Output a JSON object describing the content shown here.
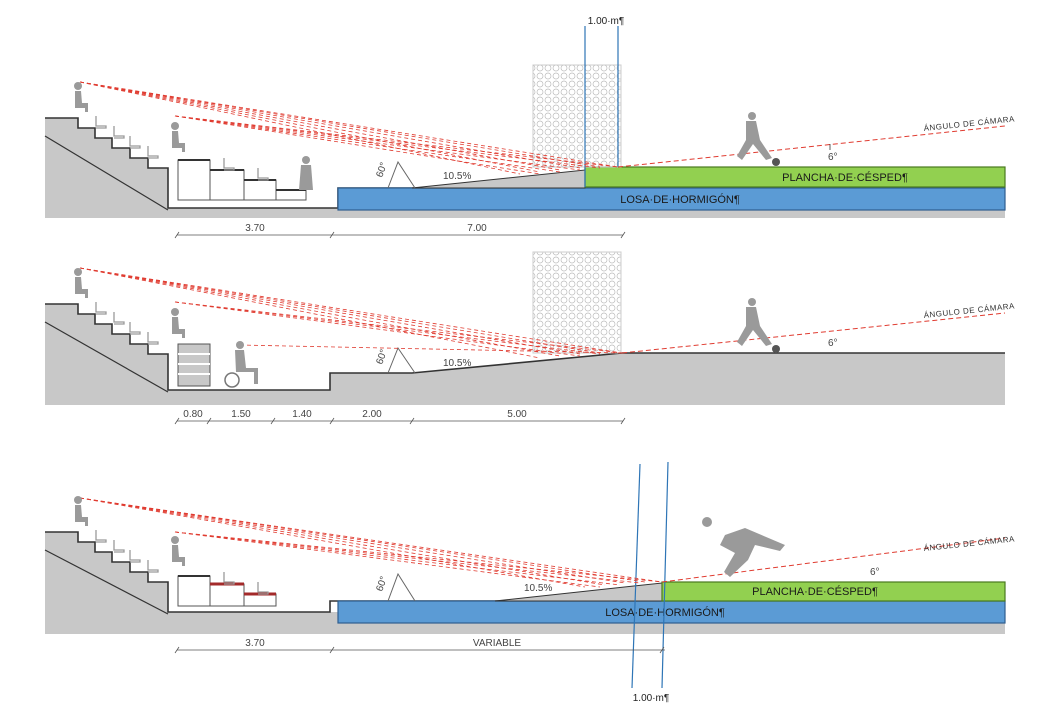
{
  "colors": {
    "ground": "#c8c8c8",
    "concrete_slab": "#5b9bd5",
    "turf": "#92d050",
    "sightline": "#e03c31",
    "seat_red": "#a32a2a",
    "person": "#9a9a9a"
  },
  "sections": [
    {
      "id": "section-1",
      "concrete_label": "LOSA·DE·HORMIGÓN¶",
      "turf_label": "PLANCHA·DE·CÉSPED¶",
      "camera_label": "ÁNGULO DE CÁMARA",
      "camera_angle": "6°",
      "ramp_angle": "60°",
      "slope": "10.5%",
      "top_marker": "1.00·m¶",
      "dims": [
        "3.70",
        "7.00"
      ]
    },
    {
      "id": "section-2",
      "camera_label": "ÁNGULO DE CÁMARA",
      "camera_angle": "6°",
      "ramp_angle": "60°",
      "slope": "10.5%",
      "dims": [
        "0.80",
        "1.50",
        "1.40",
        "2.00",
        "5.00"
      ]
    },
    {
      "id": "section-3",
      "concrete_label": "LOSA·DE·HORMIGÓN¶",
      "turf_label": "PLANCHA·DE·CÉSPED¶",
      "camera_label": "ÁNGULO DE CÁMARA",
      "camera_angle": "6°",
      "ramp_angle": "60°",
      "slope": "10.5%",
      "bottom_marker": "1.00·m¶",
      "dims": [
        "3.70",
        "VARIABLE"
      ]
    }
  ]
}
